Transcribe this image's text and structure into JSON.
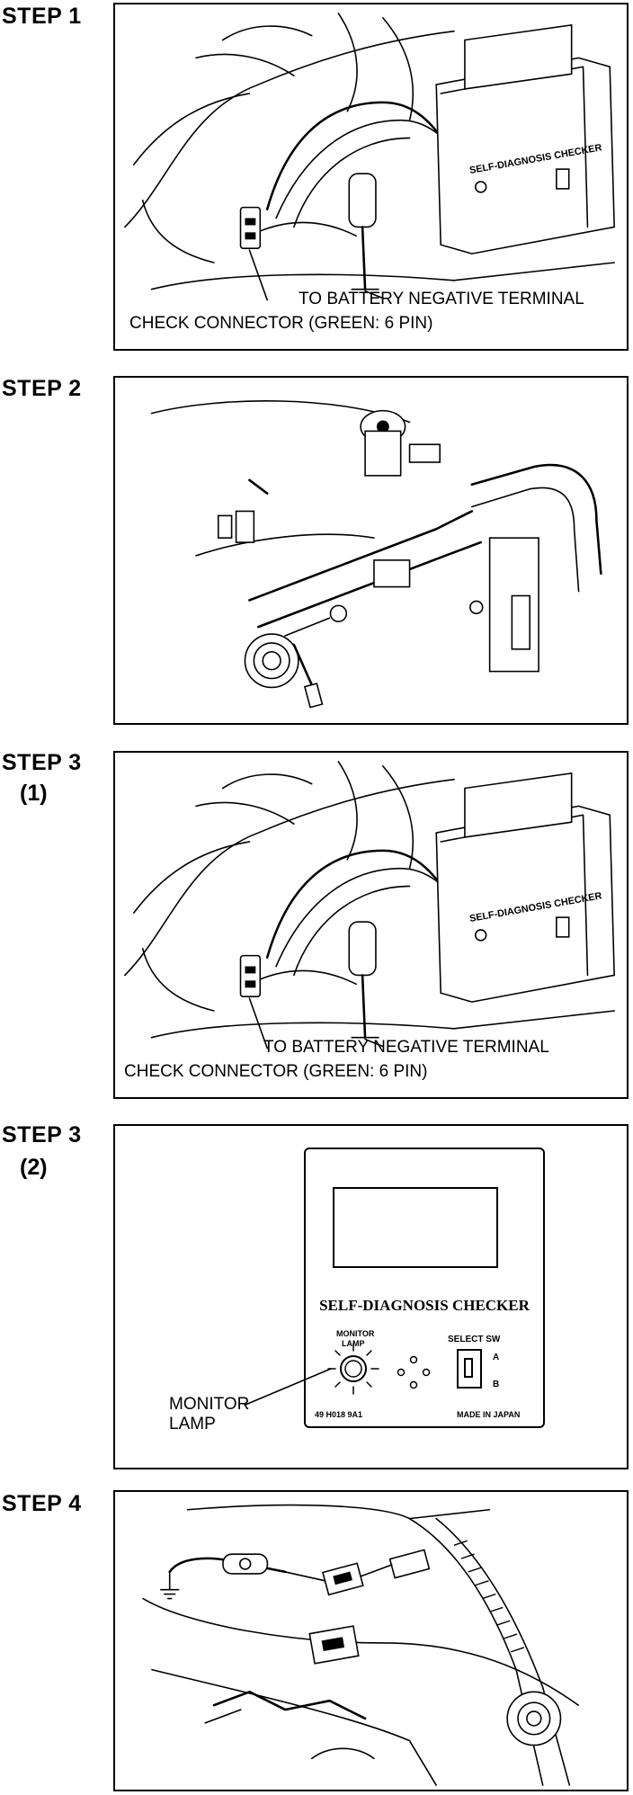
{
  "steps": [
    {
      "id": "step1",
      "label": "STEP 1",
      "sub": ""
    },
    {
      "id": "step2",
      "label": "STEP 2",
      "sub": ""
    },
    {
      "id": "step3a",
      "label": "STEP 3",
      "sub": "(1)"
    },
    {
      "id": "step3b",
      "label": "STEP 3",
      "sub": "(2)"
    },
    {
      "id": "step4",
      "label": "STEP 4",
      "sub": ""
    }
  ],
  "captions": {
    "battery_terminal": "TO BATTERY NEGATIVE TERMINAL",
    "check_connector": "CHECK CONNECTOR (GREEN: 6 PIN)",
    "monitor_lamp_line1": "MONITOR",
    "monitor_lamp_line2": "LAMP"
  },
  "checker": {
    "title": "SELF-DIAGNOSIS CHECKER",
    "monitor_label": "MONITOR",
    "lamp_label": "LAMP",
    "select_label": "SELECT SW",
    "switch_a": "A",
    "switch_b": "B",
    "model_code": "49 H018 9A1",
    "made_in": "MADE IN JAPAN"
  },
  "colors": {
    "ink": "#000000",
    "paper": "#ffffff"
  }
}
